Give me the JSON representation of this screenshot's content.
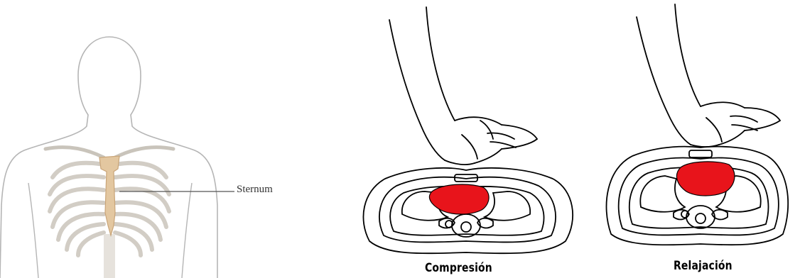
{
  "labels": {
    "sternum": "Sternum",
    "compression": "Compresión",
    "relaxation": "Relajación"
  },
  "colors": {
    "heart": "#e8141b",
    "bone": "#e3c7a0",
    "ribs": "#cfcac2",
    "outline": "#9a9a9a",
    "ink": "#000000"
  }
}
